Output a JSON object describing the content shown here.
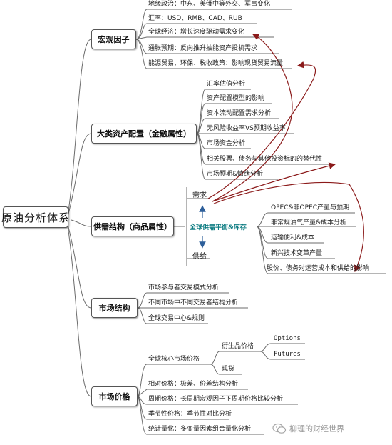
{
  "root": "原油分析体系",
  "categories": {
    "macro": {
      "title": "宏观因子",
      "items": [
        "地缘政治：中东、美俄中等外交、军事变化",
        "汇率：USD、RMB、CAD、RUB",
        "全球经济：增长速度驱动需求变化",
        "通胀预期：反向推升抽能资产投机需求",
        "能源贸易、环保、税收政策：影响现货贸易流量"
      ]
    },
    "asset": {
      "title": "大类资产配置（金融属性）",
      "items": [
        "汇率估值分析",
        "资产配置模型的影响",
        "资本流动配置需求分析",
        "无风险收益率VS预期收益率",
        "市场资金分析",
        "相关股票、债务与其他投资标的的替代性",
        "市场预期&情绪分析"
      ]
    },
    "supply": {
      "title": "供需结构（商品属性）",
      "center": "全球供需平衡&库存",
      "demand": "需求",
      "supply": "供给",
      "items": [
        "OPEC&非OPEC产量与预期",
        "非常规油气产量&成本分析",
        "运输便利&成本",
        "新兴技术变革产量",
        "股价、债务对运营成本和供给的影响"
      ]
    },
    "structure": {
      "title": "市场结构",
      "items": [
        "市场参与者交易模式分析",
        "不同市场中不同交易者结构分析",
        "全球交易中心&规则"
      ]
    },
    "price": {
      "title": "市场价格",
      "core": "全球核心市场价格",
      "derivative": "衍生品价格",
      "options": "Options",
      "futures": "Futures",
      "spot": "现货",
      "items": [
        "相对价格：极差、价差结构分析",
        "周期价格：长周期宏观因子下周期价格比较分析",
        "季节性价格：季节性对比分析",
        "统计量化：多变量因素组合量化分析"
      ]
    }
  },
  "watermark": "柳理的财经世界",
  "colors": {
    "line": "#6b6b6b",
    "arrow": "#8b1a1a",
    "center": "#0f7d83",
    "up_arrow": "#2d5f9a"
  }
}
